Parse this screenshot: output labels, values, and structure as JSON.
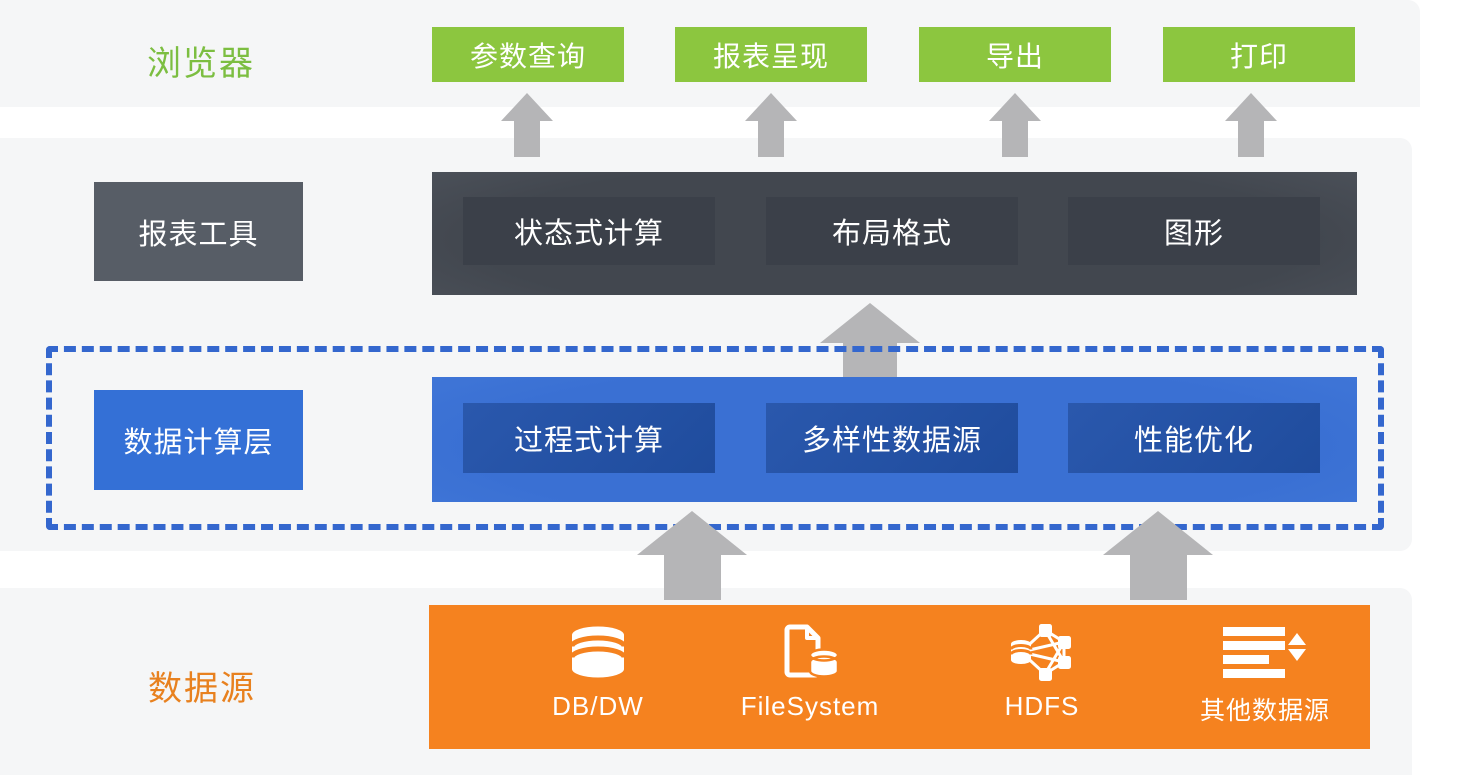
{
  "colors": {
    "background_slab": "#f5f6f7",
    "green_button": "#8cc63f",
    "green_label_text": "#7cbe41",
    "arrow_gray": "#b5b5b7",
    "dark_label_box": "#575d66",
    "dark_inner_box": "#3b4049",
    "blue_label_box": "#3470d6",
    "blue_inner_box": "#224f9f",
    "dashed_border": "#3467ce",
    "orange_bar": "#f5821f",
    "orange_label_text": "#e8811f"
  },
  "browser_row": {
    "label": "浏览器",
    "buttons": [
      "参数查询",
      "报表呈现",
      "导出",
      "打印"
    ]
  },
  "report_row": {
    "label": "报表工具",
    "items": [
      "状态式计算",
      "布局格式",
      "图形"
    ]
  },
  "compute_row": {
    "label": "数据计算层",
    "items": [
      "过程式计算",
      "多样性数据源",
      "性能优化"
    ]
  },
  "source_row": {
    "label": "数据源",
    "items": [
      {
        "icon": "database-icon",
        "label": "DB/DW"
      },
      {
        "icon": "filesystem-icon",
        "label": "FileSystem"
      },
      {
        "icon": "hdfs-cluster-icon",
        "label": "HDFS"
      },
      {
        "icon": "other-sources-icon",
        "label": "其他数据源"
      }
    ]
  }
}
